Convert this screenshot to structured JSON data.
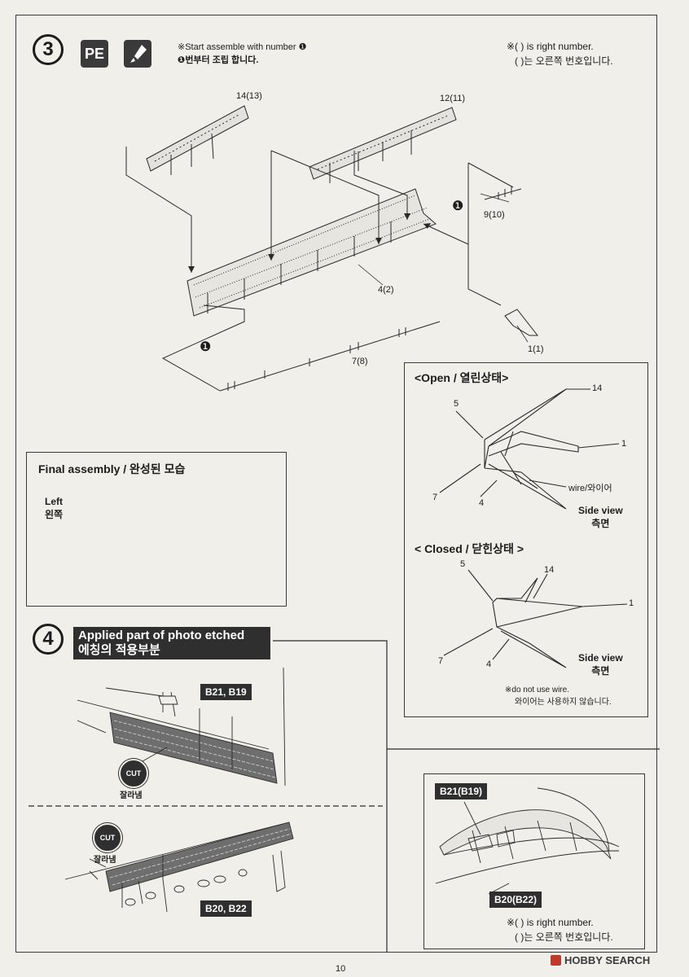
{
  "step3": {
    "number": "3",
    "pe_badge": "PE",
    "note_en_prefix": "※Start assemble with number ",
    "note_en_marker": "❶",
    "note_ko": "❶번부터 조립 합니다.",
    "right_note_en": "※( ) is right number.",
    "right_note_ko": "( )는 오른쪽 번호입니다.",
    "part_labels": [
      "14(13)",
      "12(11)",
      "9(10)",
      "4(2)",
      "1(1)",
      "7(8)"
    ],
    "marker": "❶"
  },
  "final_assembly": {
    "title": "Final assembly / 완성된 모습",
    "left_en": "Left",
    "left_ko": "왼쪽"
  },
  "open_panel": {
    "title": "<Open / 열린상태>",
    "labels": [
      "14",
      "5",
      "1",
      "wire/와이어",
      "7",
      "4"
    ],
    "side_view_en": "Side view",
    "side_view_ko": "측면"
  },
  "closed_panel": {
    "title": "< Closed / 닫힌상태 >",
    "labels": [
      "5",
      "14",
      "1",
      "7",
      "4"
    ],
    "side_view_en": "Side view",
    "side_view_ko": "측면",
    "note_en": "※do not use wire.",
    "note_ko": "와이어는 사용하지 않습니다."
  },
  "step4": {
    "number": "4",
    "title_en": "Applied part of photo etched",
    "title_ko": "에칭의 적용부분",
    "tag_top": "B21, B19",
    "tag_bottom": "B20, B22",
    "cut_label": "CUT",
    "cut_ko": "잘라냄"
  },
  "detail_panel": {
    "tag_top": "B21(B19)",
    "tag_bottom": "B20(B22)",
    "note_en": "※( ) is right number.",
    "note_ko": "( )는 오른쪽 번호입니다."
  },
  "footer": {
    "page_number": "10",
    "watermark": "HOBBY SEARCH"
  }
}
